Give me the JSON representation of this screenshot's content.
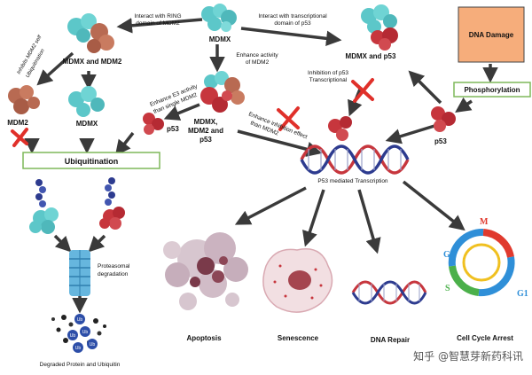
{
  "labels": {
    "mdmx_top": "MDMX",
    "interact_ring_1": "Interact with RING",
    "interact_ring_2": "domain of MDM2",
    "interact_p53_1": "Interact with transcriptional",
    "interact_p53_2": "domain of p53",
    "inhibits_1": "Inhibits MDM2 self",
    "inhibits_2": "Ubiquitination",
    "mdmx_and_mdm2": "MDMX and MDM2",
    "enhance_activity_1": "Enhance activity",
    "enhance_activity_2": "of MDM2",
    "mdmx_and_p53": "MDMX and p53",
    "inhibition_p53_1": "Inhibition of p53",
    "inhibition_p53_2": "Transcriptional",
    "mdm2": "MDM2",
    "mdmx_mid": "MDMX",
    "enhance_e3_1": "Enhance E3 activity",
    "enhance_e3_2": "than single MDM2",
    "p53_left": "p53",
    "complex_1": "MDMX,",
    "complex_2": "MDM2 and",
    "complex_3": "p53",
    "enhance_inhib_1": "Enhance inhibition effect",
    "enhance_inhib_2": "than MDM2",
    "p53_right": "p53",
    "p53_transcription": "P53 mediated Transcription",
    "proteasomal_1": "Proteasomal",
    "proteasomal_2": "degradation",
    "apoptosis": "Apoptosis",
    "senescence": "Senescence",
    "dna_repair": "DNA Repair",
    "cell_cycle": "Cell Cycle Arrest",
    "degraded": "Degraded Protein and Ubiquitin",
    "phase_m": "M",
    "phase_g2": "G2",
    "phase_s": "S",
    "phase_g1": "G1",
    "ub": "Ub",
    "watermark": "知乎 @智慧芽新药科讯"
  },
  "boxes": {
    "dna_damage": "DNA Damage",
    "phosphorylation": "Phosphorylation",
    "ubiquitination": "Ubiquitination"
  },
  "colors": {
    "mdmx": "#5cc7c9",
    "mdm2": "#b86a52",
    "p53": "#c7363d",
    "dna_damage_box": "#f6ad7b",
    "ubiq_border": "#7fb85a",
    "arrow": "#3a3a3a",
    "x_mark": "#e0302a"
  }
}
